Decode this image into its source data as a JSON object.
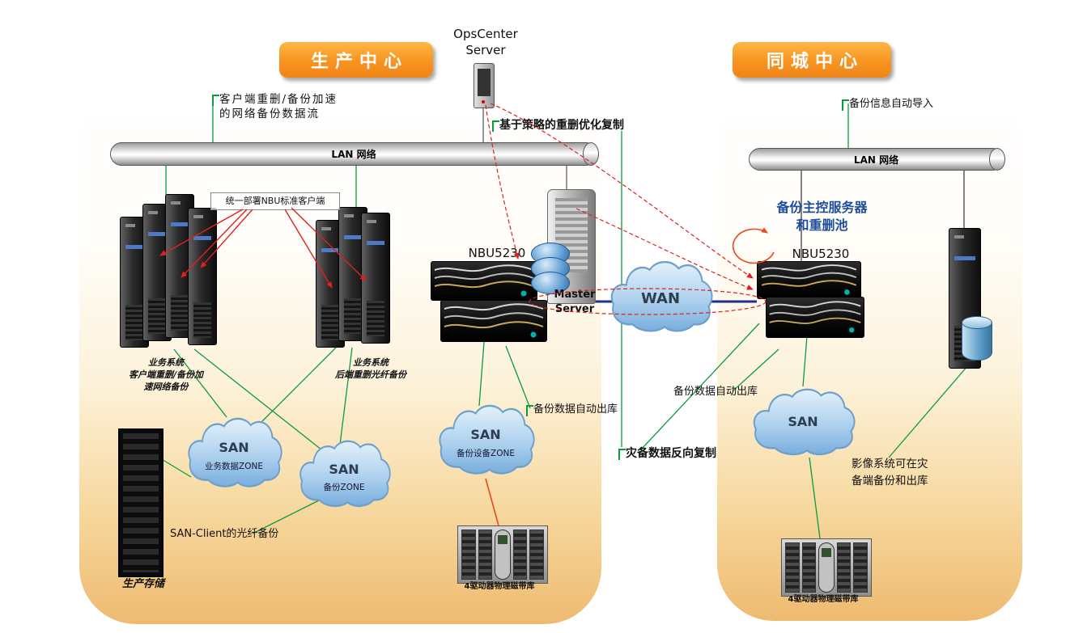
{
  "colors": {
    "accent_orange": "#f79420",
    "green": "#089c3f",
    "red": "#e02020",
    "blue_line": "#20308f",
    "nbu_blue": "#1f4e9c"
  },
  "header": {
    "production_title": "生产中心",
    "city_title": "同城中心",
    "opscenter_label": "OpsCenter\nServer"
  },
  "network": {
    "lan_left": "LAN 网络",
    "lan_right": "LAN 网络"
  },
  "annotations": {
    "client_dedup": "客户端重删/备份加速\n的网络备份数据流",
    "nbu_client": "统一部署NBU标准客户端",
    "policy_replication": "基于策略的重删优化复制",
    "backup_info_import": "备份信息自动导入",
    "backup_master": "备份主控服务器\n和重删池",
    "nbu5230_left": "NBU5230",
    "nbu5230_right": "NBU5230",
    "master_server": "Master\nServer",
    "biz_system_a": "业务系统\n客户端重删/备份加\n速网络备份",
    "biz_system_b": "业务系统\n后端重删光纤备份",
    "backup_auto_out_left": "备份数据自动出库",
    "backup_auto_out_right": "备份数据自动出库",
    "dr_reverse": "灾备数据反向复制",
    "san_client": "SAN-Client的光纤备份",
    "image_system": "影像系统可在灾\n备端备份和出库",
    "prod_storage": "生产存储",
    "tape_center": "4驱动器物理磁带库",
    "tape_right": "4驱动器物理磁带库"
  },
  "clouds": {
    "san1": {
      "title": "SAN",
      "zone": "业务数据ZONE"
    },
    "san2": {
      "title": "SAN",
      "zone": "备份ZONE"
    },
    "san3": {
      "title": "SAN",
      "zone": "备份设备ZONE"
    },
    "san_right": {
      "title": "SAN"
    },
    "wan": {
      "title": "WAN"
    }
  }
}
